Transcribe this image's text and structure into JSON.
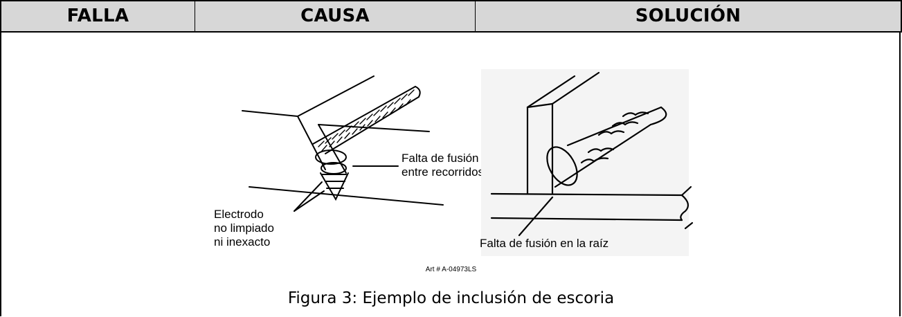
{
  "table": {
    "headers": [
      "FALLA",
      "CAUSA",
      "SOLUCIÓN"
    ]
  },
  "figure": {
    "left_labels": {
      "fusion_between_runs_line1": "Falta de fusión",
      "fusion_between_runs_line2": "entre recorridos",
      "electrode_line1": "Electrodo",
      "electrode_line2": "no limpiado",
      "electrode_line3": "ni inexacto"
    },
    "right_labels": {
      "root_fusion": "Falta de fusión en la raíz"
    },
    "art_number": "Art # A-04973LS",
    "caption": "Figura 3: Ejemplo de inclusión de escoria"
  }
}
